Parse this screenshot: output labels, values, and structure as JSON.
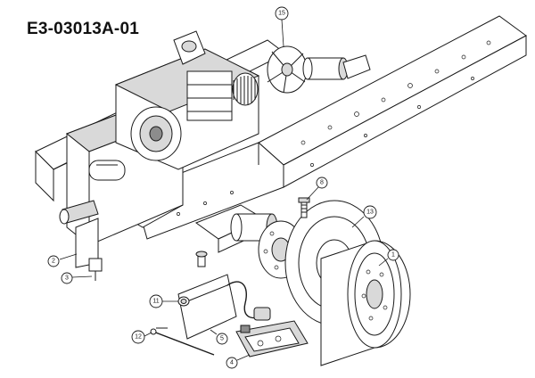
{
  "title": "E3-03013A-01",
  "callouts": [
    {
      "id": "15",
      "label": "15"
    },
    {
      "id": "2",
      "label": "2"
    },
    {
      "id": "3",
      "label": "3"
    },
    {
      "id": "13",
      "label": "13"
    },
    {
      "id": "8",
      "label": "8"
    },
    {
      "id": "1",
      "label": "1"
    },
    {
      "id": "11",
      "label": "11"
    },
    {
      "id": "5",
      "label": "5"
    },
    {
      "id": "12",
      "label": "12"
    },
    {
      "id": "4",
      "label": "4"
    }
  ]
}
